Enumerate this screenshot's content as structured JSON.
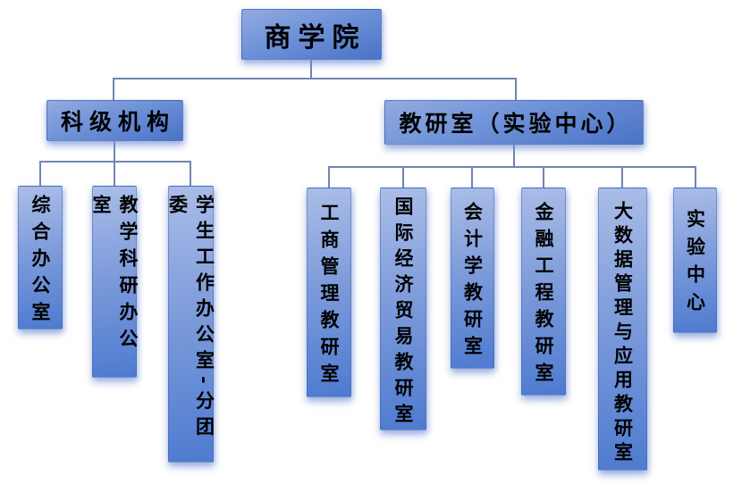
{
  "org_chart": {
    "title": "商学院",
    "root": {
      "label": "商学院"
    },
    "branches": [
      {
        "label": "科级机构",
        "children": [
          {
            "label": "综合办公室"
          },
          {
            "label": "教学科研办公室"
          },
          {
            "label": "学生工作办公室-分团委"
          }
        ]
      },
      {
        "label": "教研室（实验中心）",
        "children": [
          {
            "label": "工商管理教研室"
          },
          {
            "label": "国际经济贸易教研室"
          },
          {
            "label": "会计学教研室"
          },
          {
            "label": "金融工程教研室"
          },
          {
            "label": "大数据管理与应用教研室"
          },
          {
            "label": "实验中心"
          }
        ]
      }
    ],
    "colors": {
      "box_gradient_light": "#aabde7",
      "box_gradient_dark": "#4e7bd0",
      "header_gradient_light": "#93abdf",
      "header_gradient_dark": "#4a73c7",
      "connector": "#7285b2",
      "text": "#000000",
      "background": "#ffffff"
    }
  }
}
